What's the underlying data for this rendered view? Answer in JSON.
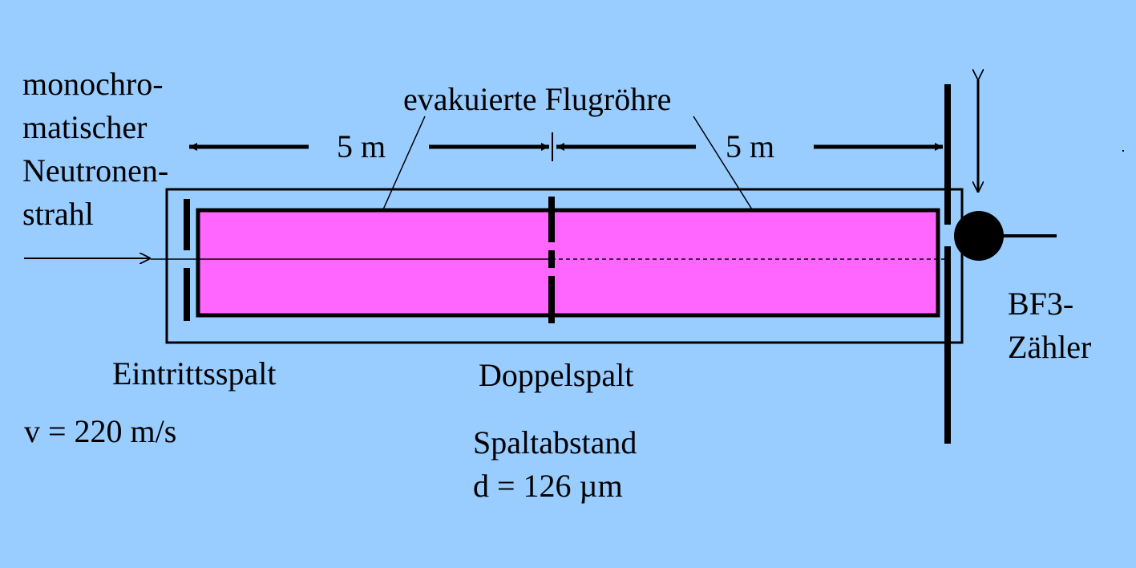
{
  "diagram": {
    "colors": {
      "background": "#99ccff",
      "tube_fill": "#ff66ff",
      "ink": "#000000"
    },
    "labels": {
      "beam_line1": "monochro-",
      "beam_line2": "matischer",
      "beam_line3": "Neutronen-",
      "beam_line4": "strahl",
      "tube": "evakuierte Flugröhre",
      "distance_left": "5 m",
      "distance_right": "5 m",
      "entrance_slit": "Eintrittsspalt",
      "velocity": "v = 220 m/s",
      "double_slit": "Doppelspalt",
      "slit_spacing": "Spaltabstand",
      "slit_spacing_value": "d = 126 µm",
      "detector_line1": "BF3-",
      "detector_line2": "Zähler"
    }
  }
}
